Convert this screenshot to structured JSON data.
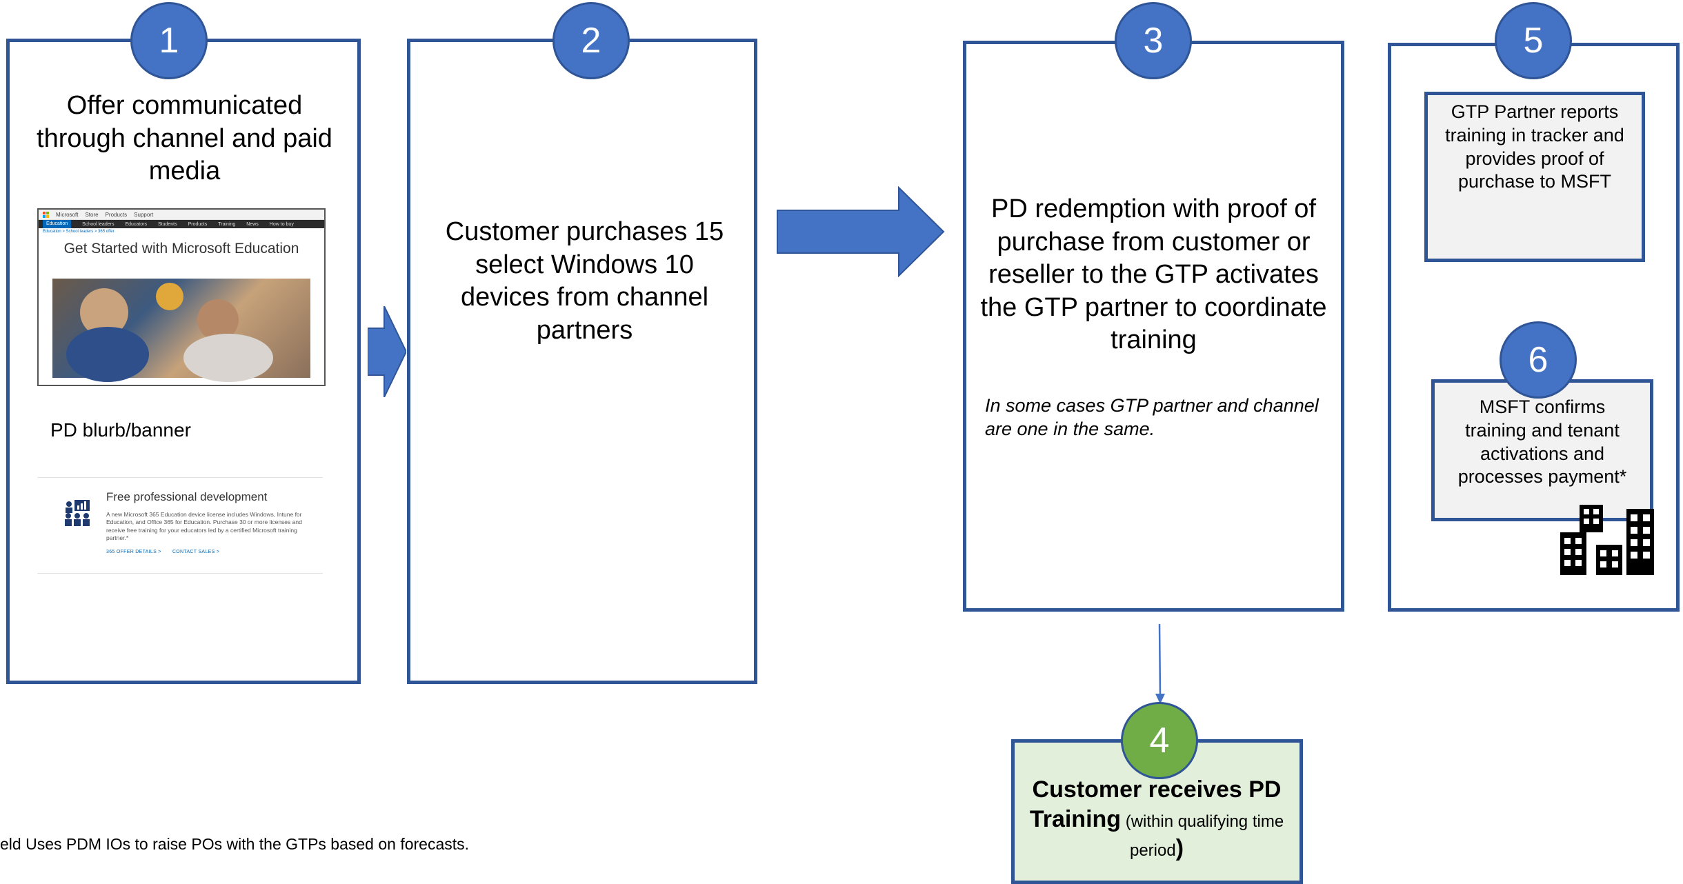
{
  "steps": {
    "s1": {
      "number": "1",
      "title": "Offer communicated through channel and paid media",
      "banner_label": "PD blurb/banner",
      "screenshot": {
        "brand": "Microsoft",
        "top_links": [
          "Store",
          "Products",
          "Support"
        ],
        "nav_items": [
          "Education",
          "School leaders",
          "Educators",
          "Students",
          "Products",
          "Training",
          "News",
          "How to buy"
        ],
        "crumbs": "Education > School leaders > 365 offer",
        "heading": "Get Started with Microsoft Education"
      },
      "card": {
        "title": "Free professional development",
        "body": "A new Microsoft 365 Education device license includes Windows, Intune for Education, and Office 365 for Education. Purchase 30 or more licenses and receive free training for your educators led by a certified Microsoft training partner.*",
        "link1": "365 OFFER DETAILS  >",
        "link2": "CONTACT SALES  >"
      }
    },
    "s2": {
      "number": "2",
      "title": "Customer purchases 15 select Windows 10 devices from channel partners"
    },
    "s3": {
      "number": "3",
      "title": "PD redemption with proof of purchase from customer or reseller to the GTP activates the GTP partner to coordinate training",
      "note": "In some cases GTP partner and channel are one in the same."
    },
    "s4": {
      "number": "4",
      "title_bold": "Customer receives PD Training",
      "title_rest": " (within qualifying time period",
      "title_end": ")"
    },
    "s5": {
      "number": "5",
      "text": "GTP Partner reports training in tracker and provides proof of purchase  to MSFT"
    },
    "s6": {
      "number": "6",
      "text": "MSFT confirms training and tenant activations and processes payment*"
    }
  },
  "footnote": "eld Uses PDM IOs to raise POs with the GTPs based on forecasts.",
  "colors": {
    "border": "#2f5597",
    "circle": "#4472c4",
    "green": "#70ad47",
    "green_fill": "#e2efda",
    "grey_fill": "#f2f2f2"
  }
}
